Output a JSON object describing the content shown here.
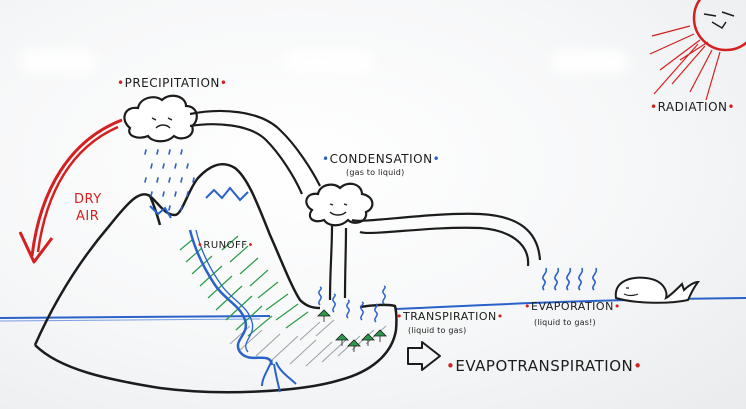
{
  "labels": {
    "precipitation": "PRECIPITATION",
    "condensation": "CONDENSATION",
    "condensation_note": "(gas to liquid)",
    "radiation": "RADIATION",
    "dry_air_line1": "DRY",
    "dry_air_line2": "AIR",
    "runoff": "RUNOFF",
    "transpiration": "TRANSPIRATION",
    "transpiration_note": "(liquid to gas)",
    "evaporation": "EVAPORATION",
    "evaporation_note": "(liquid to gas!)",
    "evapotranspiration": "EVAPOTRANSPIRATION"
  },
  "colors": {
    "marker_black": "#1c1c1c",
    "marker_red": "#d42020",
    "marker_blue": "#2a62c9",
    "marker_green": "#2c9a48"
  }
}
